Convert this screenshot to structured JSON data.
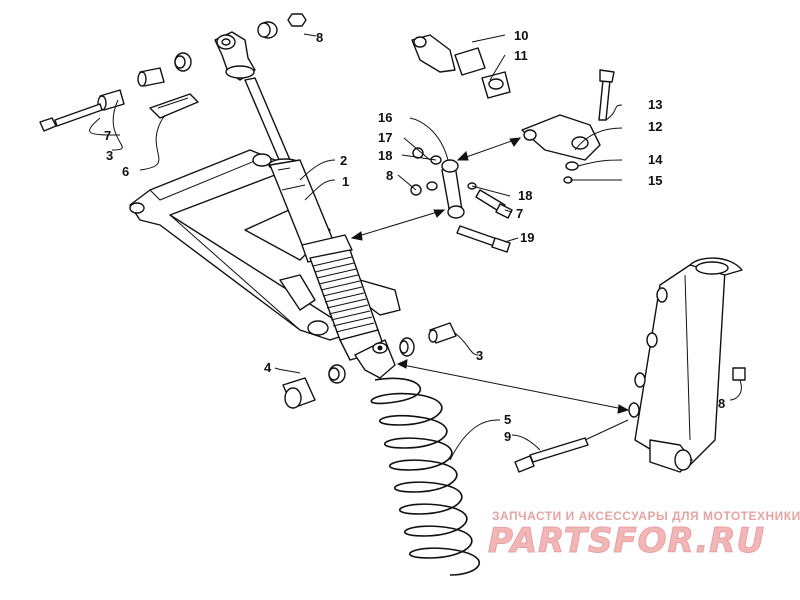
{
  "callouts": {
    "c1": "1",
    "c2": "2",
    "c3a": "3",
    "c3b": "3",
    "c4": "4",
    "c5": "5",
    "c6": "6",
    "c7a": "7",
    "c7b": "7",
    "c8a": "8",
    "c8b": "8",
    "c8c": "8",
    "c9": "9",
    "c10": "10",
    "c11": "11",
    "c12": "12",
    "c13": "13",
    "c14": "14",
    "c15": "15",
    "c16": "16",
    "c17": "17",
    "c18a": "18",
    "c18b": "18",
    "c19": "19"
  },
  "watermark": {
    "tagline": "ЗАПЧАСТИ И АКСЕССУАРЫ ДЛЯ МОТОТЕХНИКИ",
    "brand": "PARTSFOR.RU"
  }
}
